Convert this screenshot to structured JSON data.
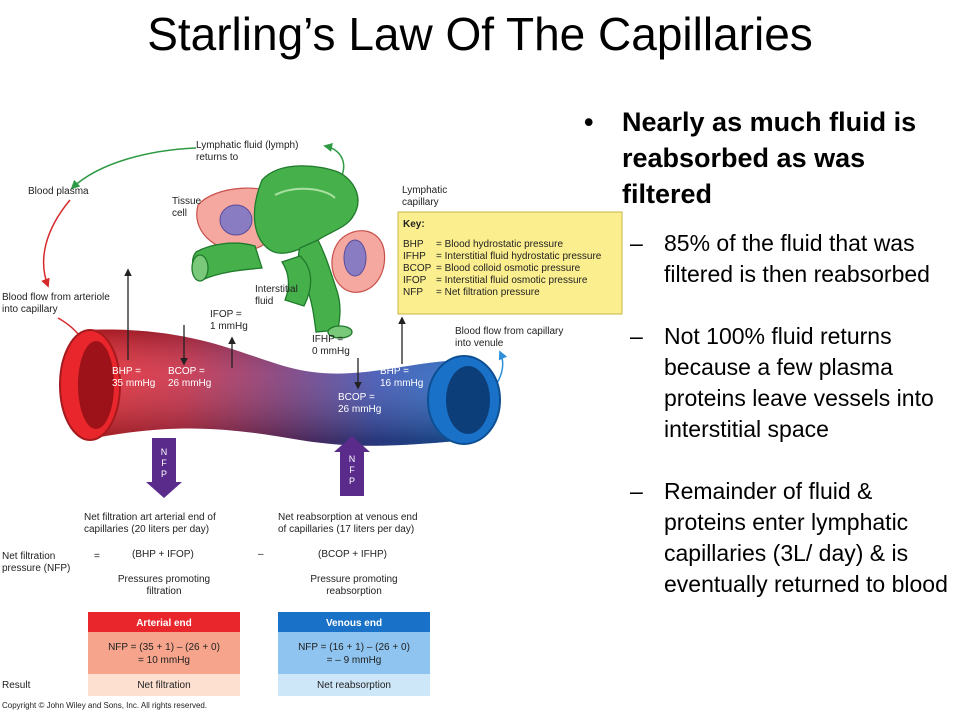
{
  "title": "Starling’s Law Of The Capillaries",
  "bullet": {
    "marker": "•",
    "text": "Nearly as much fluid is reabsorbed as was filtered",
    "subs": [
      {
        "marker": "–",
        "text": "85% of the fluid that was filtered is then reabsorbed"
      },
      {
        "marker": "–",
        "text": "Not 100% fluid returns because a few plasma proteins leave vessels into interstitial space"
      },
      {
        "marker": "–",
        "text": "Remainder of fluid & proteins enter lymphatic capillaries (3L/ day) & is eventually returned to blood"
      }
    ]
  },
  "diagram": {
    "labels": {
      "lymph_return_1": "Lymphatic fluid (lymph)",
      "lymph_return_2": "returns to",
      "blood_plasma": "Blood plasma",
      "tissue_cell_1": "Tissue",
      "tissue_cell_2": "cell",
      "lymphatic_capillary_1": "Lymphatic",
      "lymphatic_capillary_2": "capillary",
      "interstitial_fluid_1": "Interstitial",
      "interstitial_fluid_2": "fluid",
      "flow_arteriole_1": "Blood flow from arteriole",
      "flow_arteriole_2": "into capillary",
      "flow_venule_1": "Blood flow from capillary",
      "flow_venule_2": "into venule",
      "ifop_name": "IFOP =",
      "ifop_value": "1 mmHg",
      "ifhp_name": "IFHP =",
      "ifhp_value": "0 mmHg",
      "bhp_art_name": "BHP =",
      "bhp_art_value": "35 mmHg",
      "bcop_art_name": "BCOP =",
      "bcop_art_value": "26 mmHg",
      "bhp_ven_name": "BHP =",
      "bhp_ven_value": "16 mmHg",
      "bcop_ven_name": "BCOP =",
      "bcop_ven_value": "26 mmHg",
      "nfp_letters": [
        "N",
        "F",
        "P"
      ]
    },
    "key": {
      "title": "Key:",
      "rows": [
        {
          "abbr": "BHP",
          "desc": "= Blood hydrostatic pressure"
        },
        {
          "abbr": "IFHP",
          "desc": "= Interstitial fluid hydrostatic pressure"
        },
        {
          "abbr": "BCOP",
          "desc": "= Blood colloid osmotic pressure"
        },
        {
          "abbr": "IFOP",
          "desc": "= Interstitial fluid osmotic pressure"
        },
        {
          "abbr": "NFP",
          "desc": "= Net filtration pressure"
        }
      ]
    },
    "captions": {
      "arterial_1": "Net filtration art arterial end of",
      "arterial_2": "capillaries (20 liters per day)",
      "venous_1": "Net reabsorption at venous end",
      "venous_2": "of capillaries (17 liters per day)"
    },
    "equation": {
      "nfp_label_1": "Net filtration",
      "nfp_label_2": "pressure (NFP)",
      "equals": "=",
      "term1": "(BHP + IFOP)",
      "minus": "–",
      "term2": "(BCOP + IFHP)",
      "promote_filt_1": "Pressures promoting",
      "promote_filt_2": "filtration",
      "promote_reab_1": "Pressure promoting",
      "promote_reab_2": "reabsorption"
    },
    "table": {
      "result_label": "Result",
      "arterial": {
        "header": "Arterial end",
        "calc_1": "NFP = (35 + 1) – (26 + 0)",
        "calc_2": "= 10 mmHg",
        "result": "Net filtration"
      },
      "venous": {
        "header": "Venous end",
        "calc_1": "NFP = (16 + 1) – (26 + 0)",
        "calc_2": "= – 9 mmHg",
        "result": "Net reabsorption"
      }
    },
    "copyright": "Copyright © John Wiley and Sons, Inc. All rights reserved."
  },
  "colors": {
    "arterial_red": "#e8262b",
    "venous_blue": "#1a72c8",
    "lymphatic_green": "#3fa83f",
    "key_yellow": "#fbee8e",
    "nfp_purple": "#5b2b8c",
    "tissue_pink": "#f4a8a0",
    "nucleus_purple": "#8a7cc2"
  }
}
